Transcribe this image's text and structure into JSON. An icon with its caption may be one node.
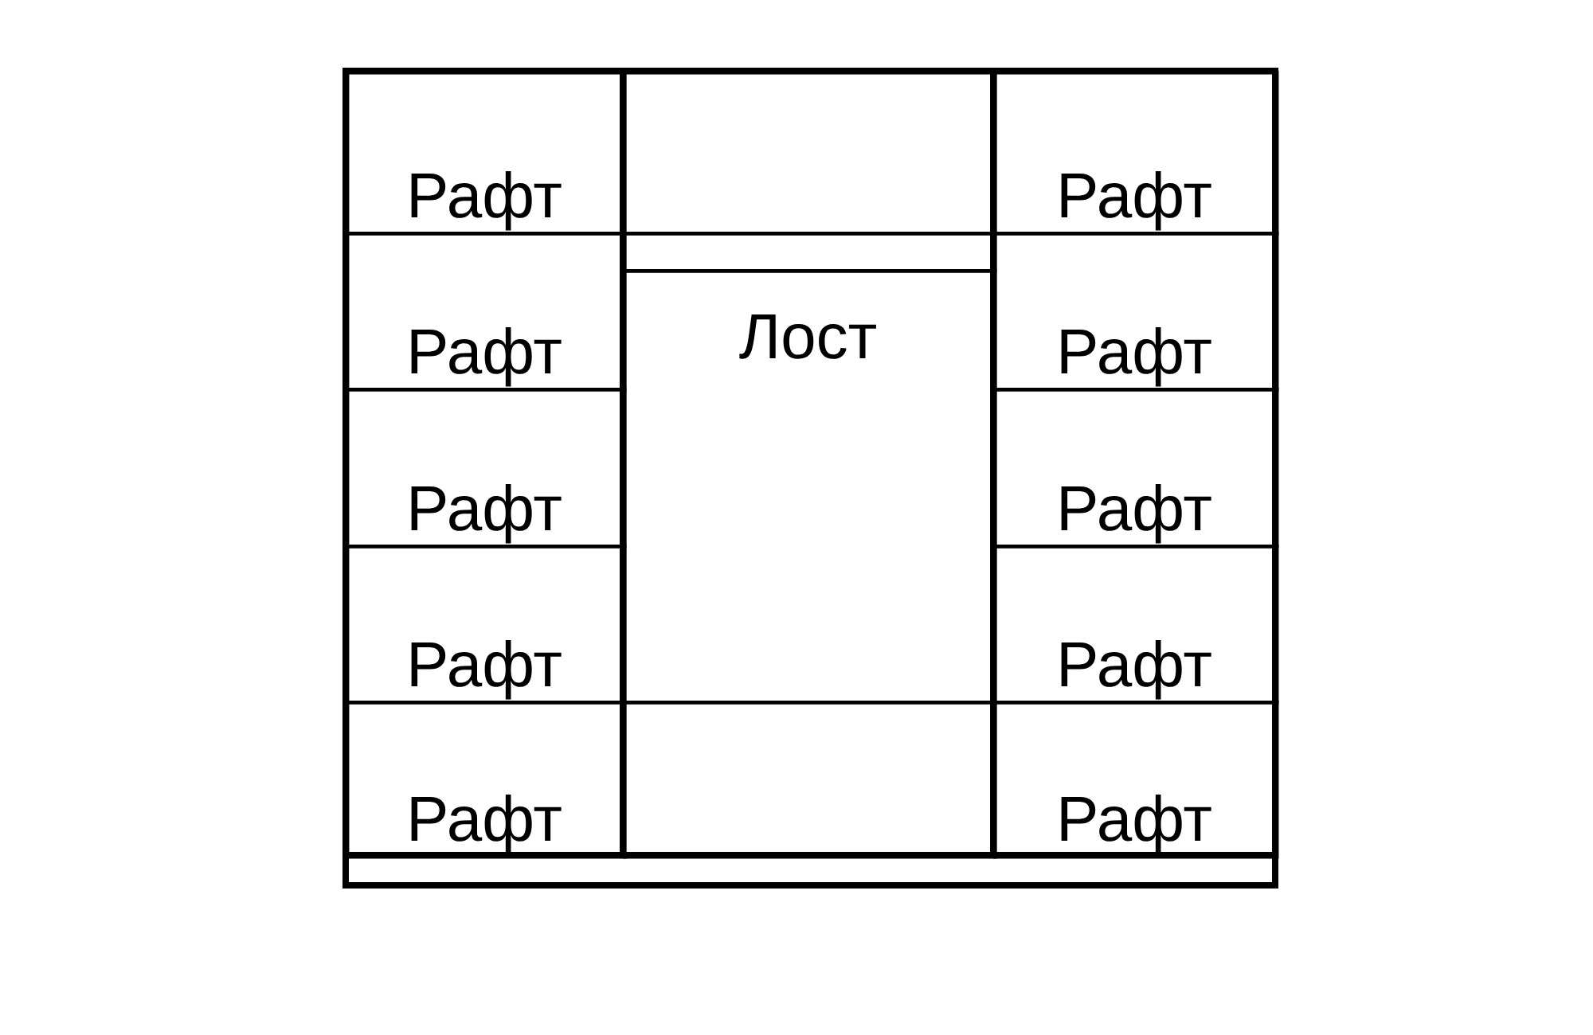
{
  "diagram": {
    "nodes": [
      {
        "text": [
          "Рафт"
        ]
      },
      {
        "text": [
          "Рафт"
        ]
      },
      {
        "text": [
          "Рафт"
        ]
      },
      {
        "text": [
          "Рафт"
        ]
      },
      {
        "text": [
          "Рафт"
        ]
      },
      {
        "text": [],
        "shape": "box"
      },
      {
        "text": [],
        "shape": "box"
      },
      {
        "text": [
          "Лост"
        ]
      },
      {
        "text": [],
        "shape": "box"
      },
      {
        "text": [
          "Рафт"
        ]
      },
      {
        "text": [
          "Рафт"
        ]
      },
      {
        "text": [
          "Рафт"
        ]
      },
      {
        "text": [
          "Рафт"
        ]
      },
      {
        "text": [
          "Рафт"
        ]
      }
    ]
  }
}
